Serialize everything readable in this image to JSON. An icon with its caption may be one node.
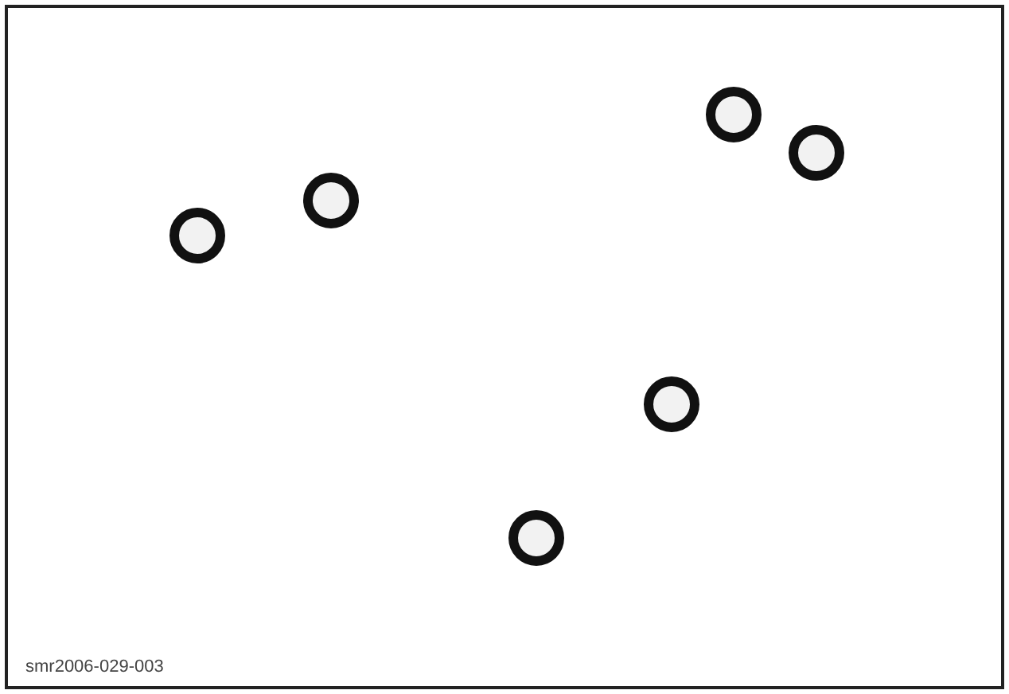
{
  "diagram": {
    "nodes": [
      {
        "text": [],
        "shape": "circle"
      },
      {
        "text": [],
        "shape": "circle"
      },
      {
        "text": [],
        "shape": "circle"
      },
      {
        "text": [],
        "shape": "circle"
      },
      {
        "text": [],
        "shape": "circle"
      },
      {
        "text": [],
        "shape": "circle"
      }
    ],
    "labels": [
      "smr2006-029-003"
    ]
  }
}
